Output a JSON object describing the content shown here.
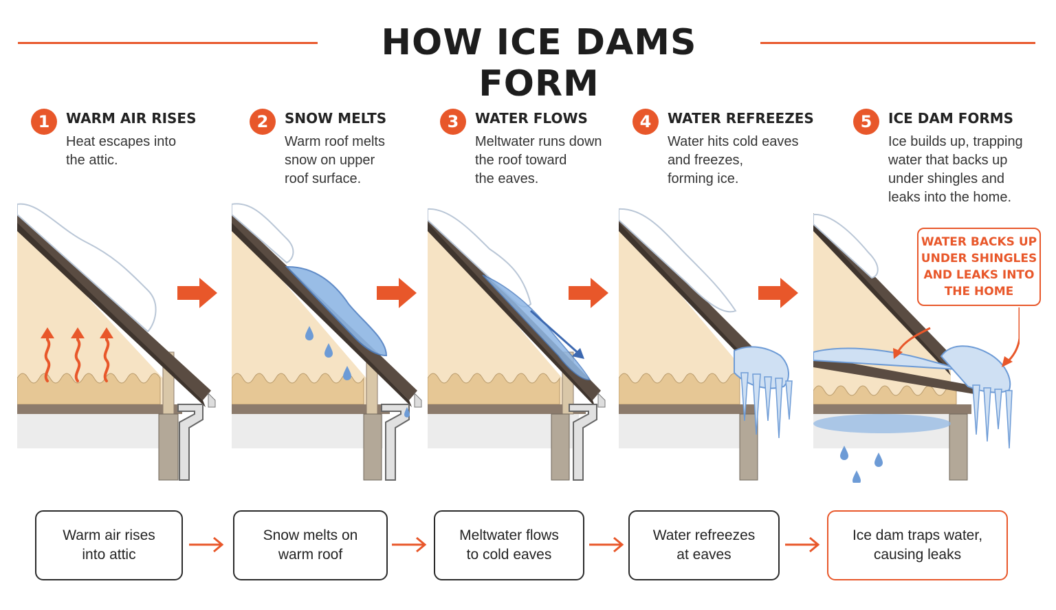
{
  "title": "HOW ICE DAMS FORM",
  "steps": [
    {
      "number": "1",
      "heading": "WARM AIR RISES",
      "description": "Heat escapes into\nthe attic."
    },
    {
      "number": "2",
      "heading": "SNOW MELTS",
      "description": "Warm roof melts\nsnow on upper\nroof surface."
    },
    {
      "number": "3",
      "heading": "WATER FLOWS",
      "description": "Meltwater runs down\nthe roof toward\nthe eaves."
    },
    {
      "number": "4",
      "heading": "WATER REFREEZES",
      "description": "Water hits cold eaves\nand freezes,\nforming ice."
    },
    {
      "number": "5",
      "heading": "ICE DAM FORMS",
      "description": "Ice builds up, trapping\nwater that backs up\nunder shingles and\nleaks into the home."
    }
  ],
  "callout": "WATER BACKS UP\nUNDER SHINGLES\nAND LEAKS INTO\nTHE HOME",
  "summary": [
    "Warm air rises\ninto attic",
    "Snow melts on\nwarm roof",
    "Meltwater flows\nto cold eaves",
    "Water refreezes\nat eaves",
    "Ice dam traps water,\ncausing leaks"
  ],
  "colors": {
    "accent": "#e8572a",
    "attic": "#f6e3c4",
    "roof": "#5a4c42",
    "snow": "#ffffff",
    "water": "#6d9bd6",
    "ice": "#cfe0f3"
  },
  "icons": [
    "right-arrow-icon",
    "heat-wave-icon",
    "water-drop-icon"
  ]
}
